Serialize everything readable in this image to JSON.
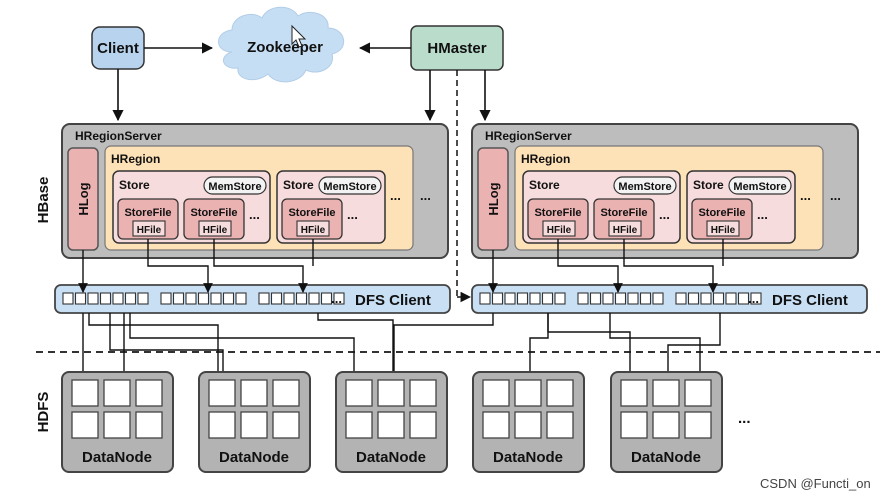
{
  "top": {
    "client": "Client",
    "zookeeper": "Zookeeper",
    "hmaster": "HMaster"
  },
  "layers": {
    "hbase": "HBase",
    "hdfs": "HDFS"
  },
  "region_server": {
    "title": "HRegionServer",
    "hlog": "HLog",
    "hregion": "HRegion",
    "store": "Store",
    "memstore": "MemStore",
    "storefile": "StoreFile",
    "hfile": "HFile",
    "ellipsis": "..."
  },
  "dfs_client": "DFS Client",
  "datanode": "DataNode",
  "watermark": "CSDN @Functi_on",
  "colors": {
    "client_fill": "#b8d3ee",
    "cloud_fill": "#c5def4",
    "hmaster_fill": "#b9dccb",
    "server_fill": "#bdbdbd",
    "hregion_fill": "#fde1b7",
    "hlog_fill": "#ebb2b2",
    "store_fill": "#f6dcdc",
    "dfs_fill": "#c9e0f4",
    "datanode_fill": "#b3b3b3"
  }
}
